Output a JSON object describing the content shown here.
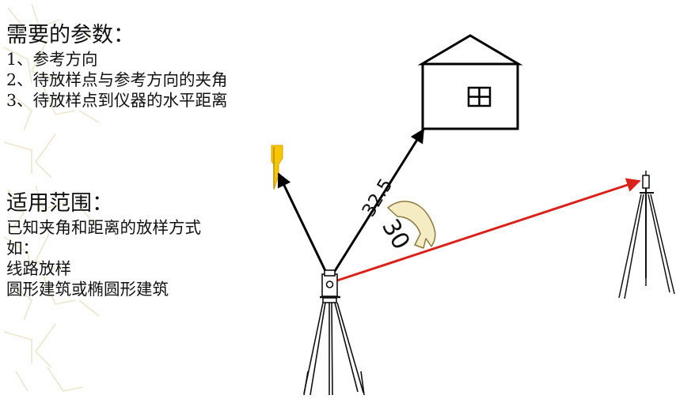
{
  "params": {
    "heading": "需要的参数：",
    "items": [
      "1、参考方向",
      "2、待放样点与参考方向的夹角",
      "3、待放样点到仪器的水平距离"
    ]
  },
  "scope": {
    "heading": "适用范围：",
    "lines": [
      "已知夹角和距离的放样方式",
      "如：",
      "线路放样",
      "圆形建筑或椭圆形建筑"
    ]
  },
  "diagram": {
    "distance_label": "32.5",
    "angle_label": "30",
    "colors": {
      "reference_line": "#000000",
      "setout_line": "#d9221c",
      "flag": "#f7c600",
      "rotation_arrow": "#f5ecc4",
      "texture": "#ece6cf"
    },
    "icons": [
      "house-icon",
      "flag-icon",
      "total-station-icon",
      "prism-pole-icon",
      "rotation-arrow-icon"
    ]
  }
}
